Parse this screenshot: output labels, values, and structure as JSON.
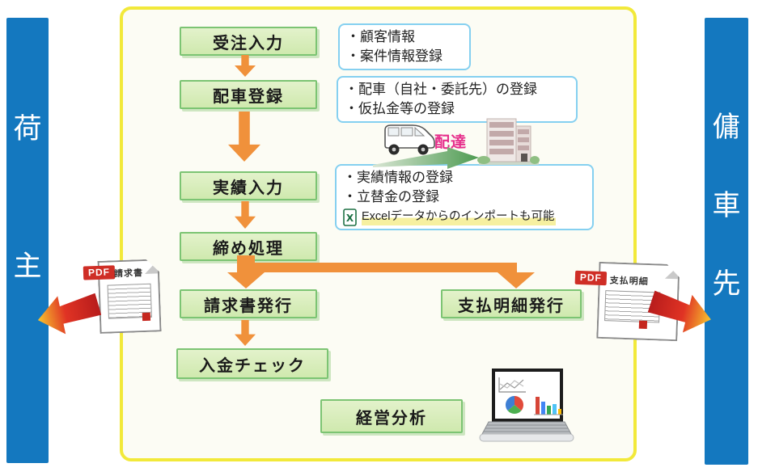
{
  "diagram": {
    "left_actor": {
      "label": "荷主",
      "chars": [
        "荷",
        "主"
      ]
    },
    "right_actor": {
      "label": "傭車先",
      "chars": [
        "傭",
        "車",
        "先"
      ]
    },
    "steps": [
      {
        "label": "受注入力"
      },
      {
        "label": "配車登録"
      },
      {
        "label": "実績入力"
      },
      {
        "label": "締め処理"
      },
      {
        "label": "請求書発行"
      },
      {
        "label": "入金チェック"
      },
      {
        "label": "支払明細発行"
      },
      {
        "label": "経営分析"
      }
    ],
    "annotations": [
      {
        "line1": "・顧客情報",
        "line2": "・案件情報登録"
      },
      {
        "line1": "・配車（自社・委託先）の登録",
        "line2": "・仮払金等の登録"
      },
      {
        "line1": "・実績情報の登録",
        "line2": "・立替金の登録",
        "note": "Excelデータからのインポートも可能"
      }
    ],
    "delivery_label": "配達",
    "documents": [
      {
        "badge": "PDF",
        "title": "請求書"
      },
      {
        "badge": "PDF",
        "title": "支払明細"
      }
    ],
    "colors": {
      "actor_bar": "#1478bf",
      "frame_border": "#f2e93a",
      "step_fill": "#d6ecb8",
      "step_border": "#7cc473",
      "flow_arrow": "#f0913b",
      "annotation_border": "#85d0f0",
      "delivery_text": "#e62e8b",
      "pdf_badge": "#cf2e26"
    }
  }
}
